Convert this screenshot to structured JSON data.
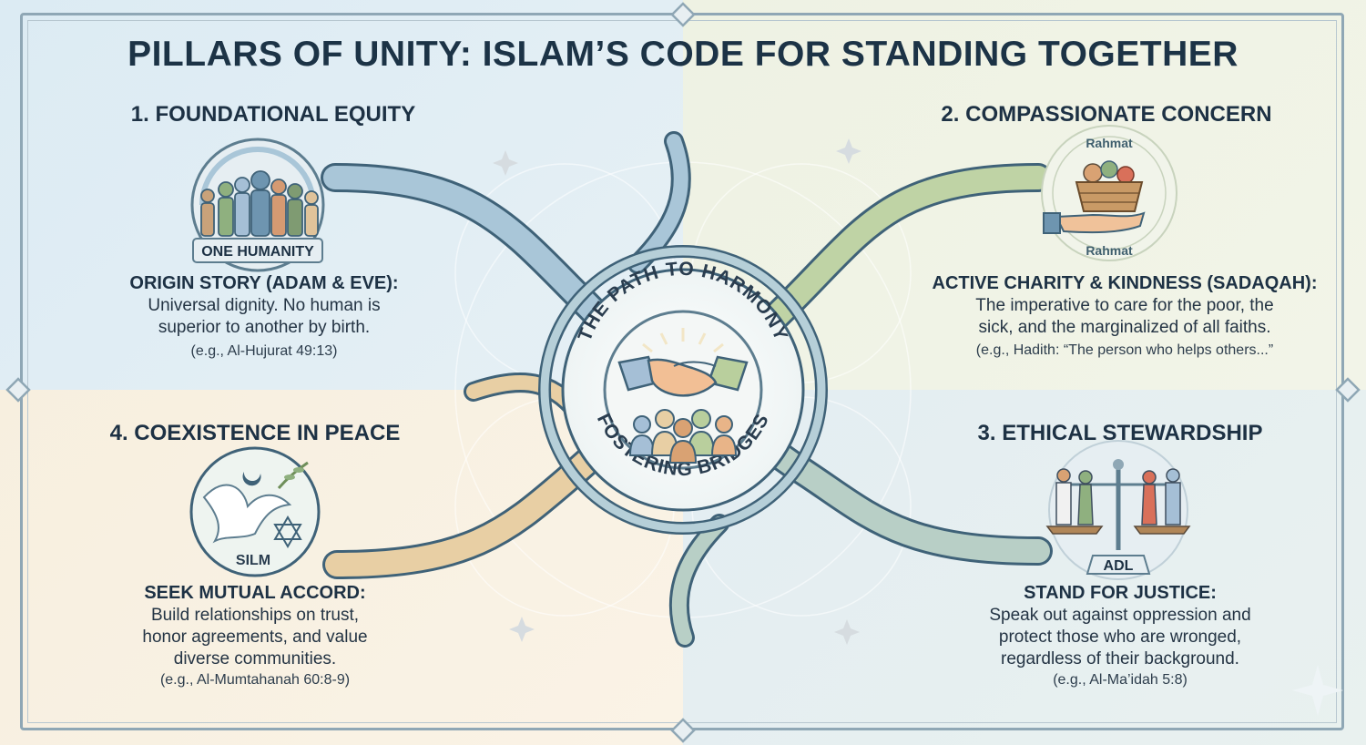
{
  "title": "PILLARS OF UNITY: ISLAM’S CODE FOR STANDING TOGETHER",
  "center": {
    "top_arc": "THE PATH TO HARMONY",
    "bottom_arc": "FOSTERING BRIDGES"
  },
  "pillars": [
    {
      "heading": "1. FOUNDATIONAL EQUITY",
      "badge": "ONE HUMANITY",
      "subheading": "ORIGIN STORY (ADAM & EVE):",
      "body": [
        "Universal dignity. No human is",
        "superior to another by birth."
      ],
      "reference": "(e.g., Al-Hujurat 49:13)"
    },
    {
      "heading": "2. COMPASSIONATE CONCERN",
      "badge_top": "Rahmat",
      "badge_bottom": "Rahmat",
      "subheading": "ACTIVE CHARITY & KINDNESS (SADAQAH):",
      "body": [
        "The imperative to care for the poor, the",
        "sick, and the marginalized of all faiths."
      ],
      "reference": "(e.g., Hadith: “The person who helps others...”"
    },
    {
      "heading": "3. ETHICAL STEWARDSHIP",
      "badge": "ADL",
      "subheading": "STAND FOR JUSTICE:",
      "body": [
        "Speak out against oppression and",
        "protect those who are wronged,",
        "regardless of their background."
      ],
      "reference": "(e.g., Al-Ma’idah 5:8)"
    },
    {
      "heading": "4. COEXISTENCE IN PEACE",
      "badge": "SILM",
      "subheading": "SEEK MUTUAL ACCORD:",
      "body": [
        "Build relationships on trust,",
        "honor agreements, and value",
        "diverse communities."
      ],
      "reference": "(e.g., Al-Mumtahanah 60:8-9)"
    }
  ],
  "colors": {
    "blue_path": "#a9c6d8",
    "green_path": "#bfd3a5",
    "tan_path": "#e8cfa4",
    "outline": "#3f6278",
    "title": "#1c3346"
  }
}
